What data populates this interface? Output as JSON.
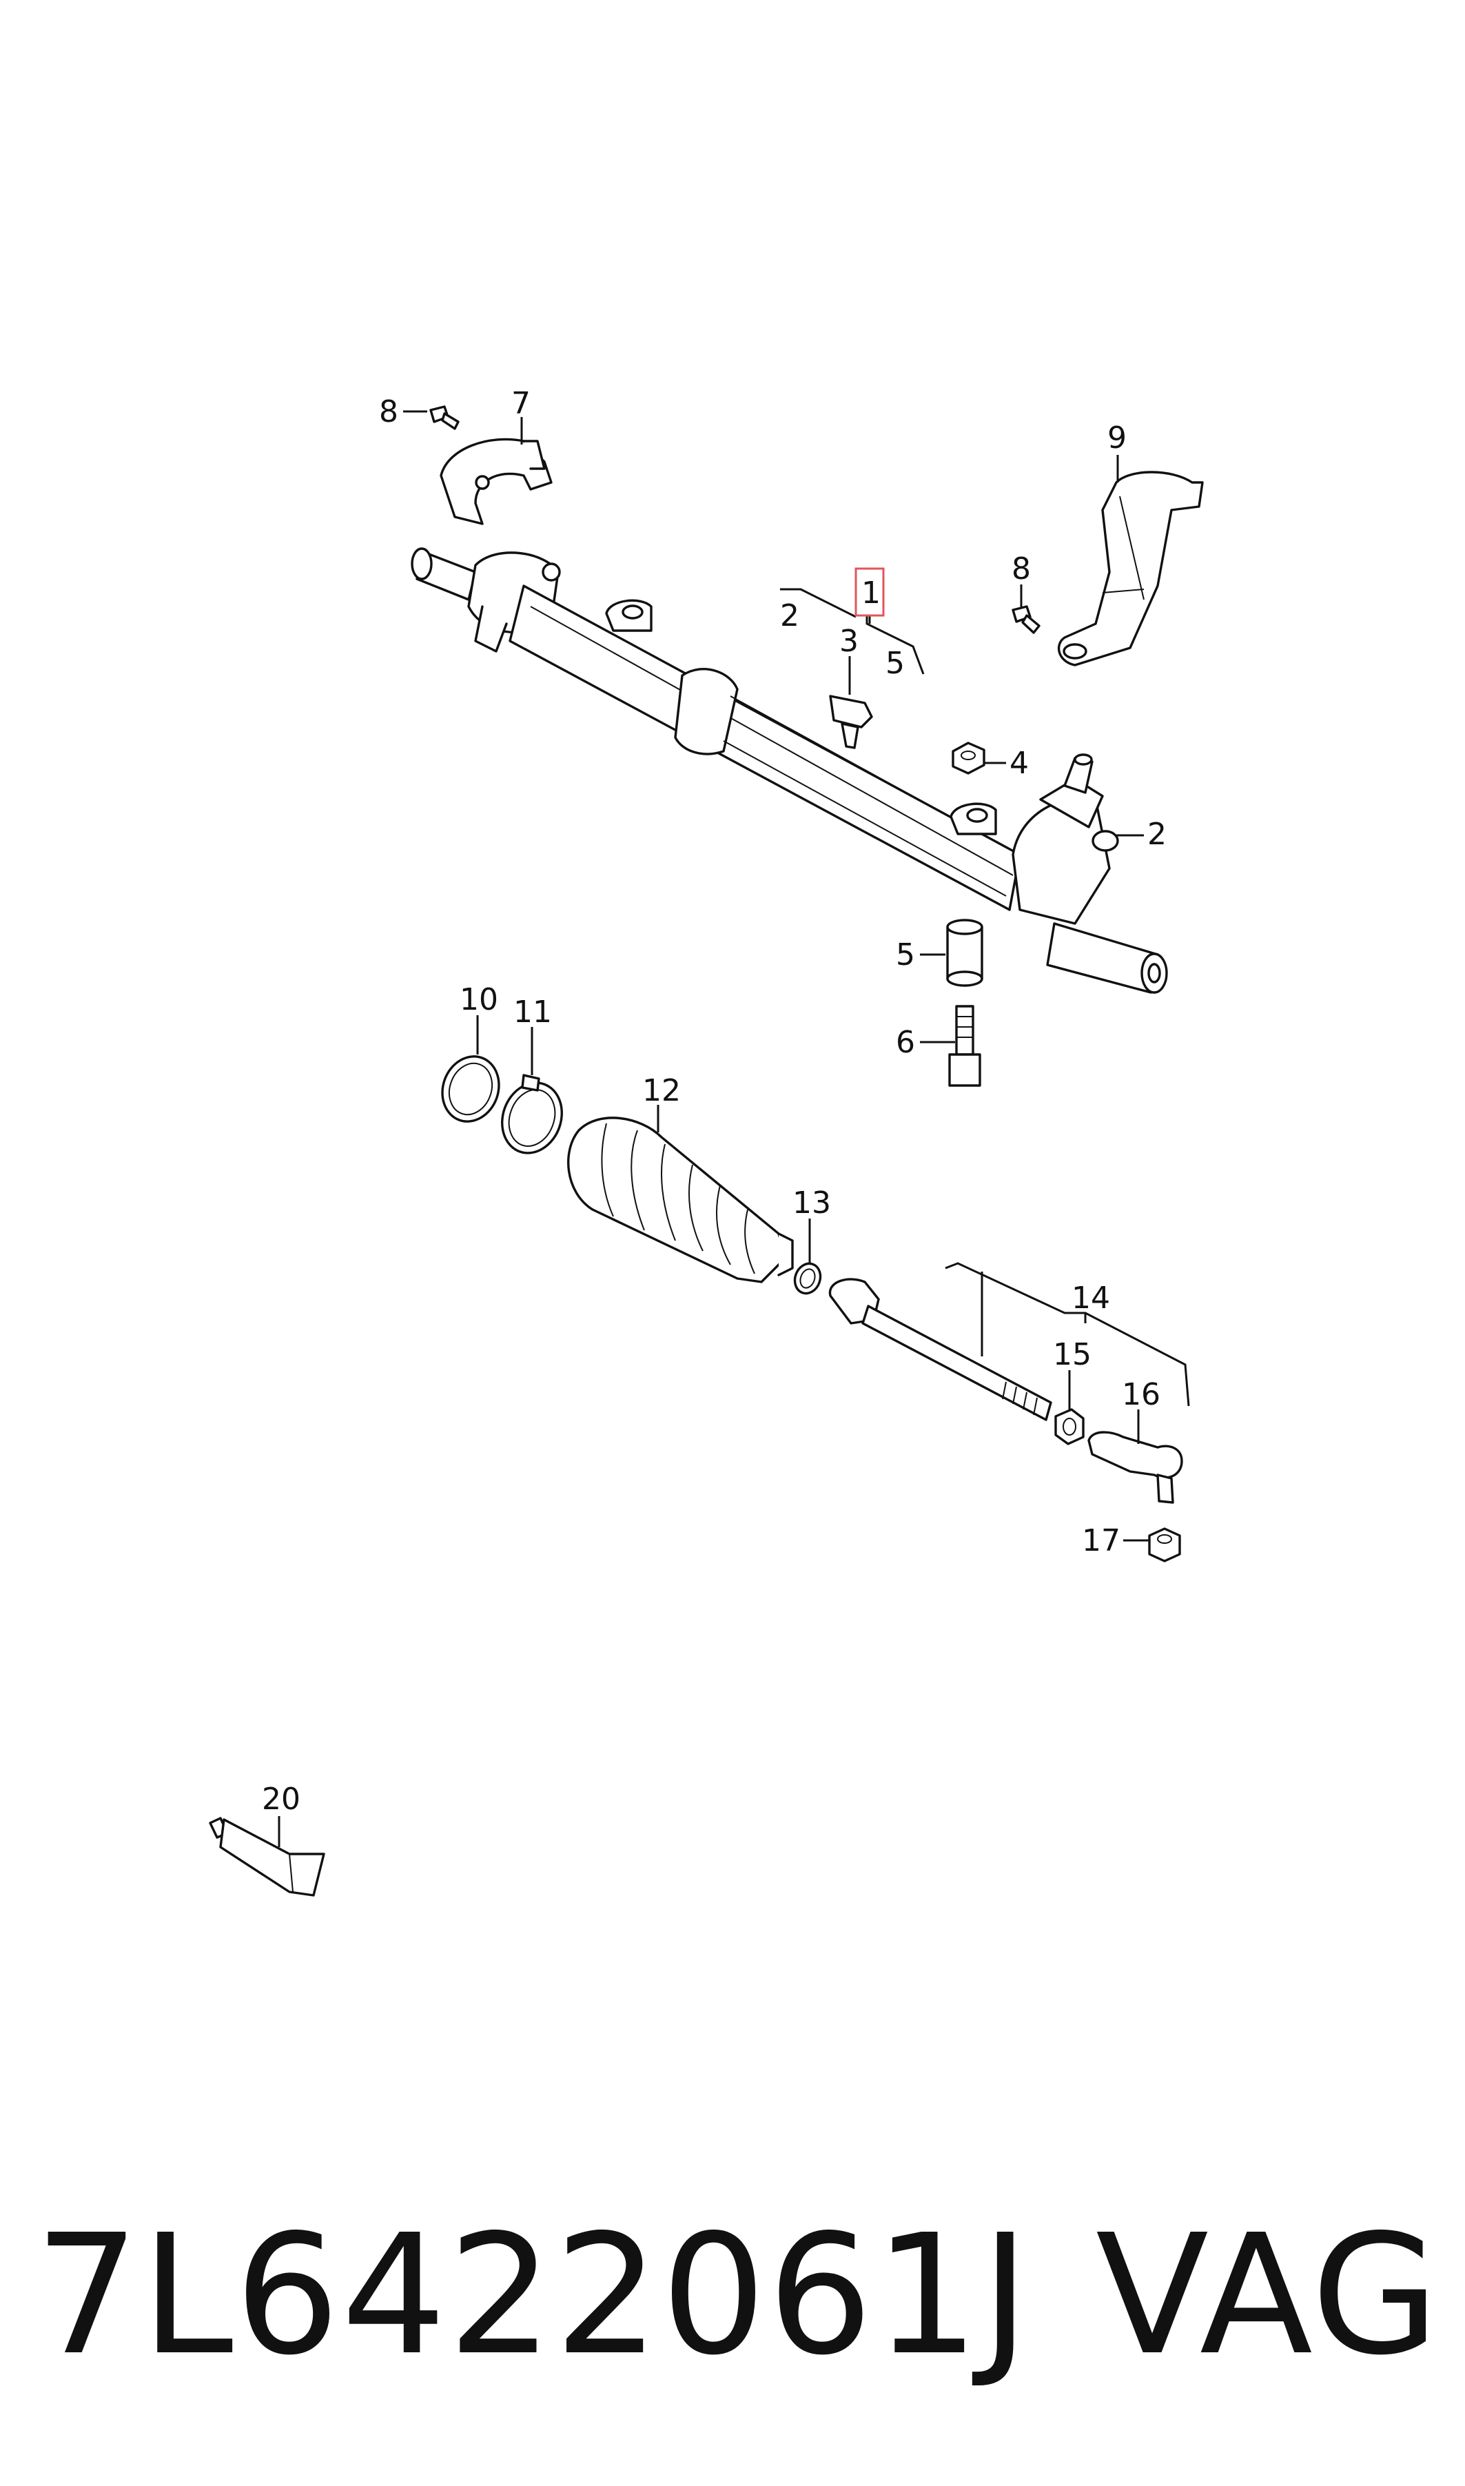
{
  "callouts": {
    "c1": "1",
    "c2a": "2",
    "c2b": "2",
    "c3": "3",
    "c4": "4",
    "c5a": "5",
    "c5b": "5",
    "c6": "6",
    "c7": "7",
    "c8a": "8",
    "c8b": "8",
    "c9": "9",
    "c10": "10",
    "c11": "11",
    "c12": "12",
    "c13": "13",
    "c14": "14",
    "c15": "15",
    "c16": "16",
    "c17": "17",
    "c20": "20"
  },
  "caption": {
    "part_number": "7L6422061J",
    "brand": "VAG"
  },
  "colors": {
    "line": "#111111",
    "highlight": "#e0565b",
    "background": "#ffffff"
  }
}
